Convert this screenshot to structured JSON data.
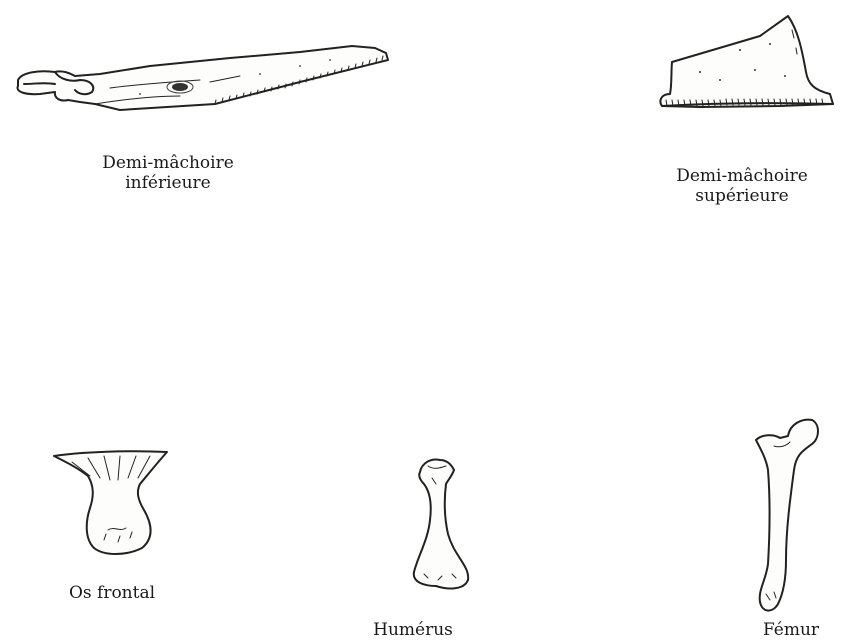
{
  "bones": {
    "lower_jaw": {
      "line1": "Demi-mâchoire",
      "line2": "inférieure",
      "icon": "lower-jaw-bone-drawing"
    },
    "upper_jaw": {
      "line1": "Demi-mâchoire",
      "line2": "supérieure",
      "icon": "upper-jaw-bone-drawing"
    },
    "frontal": {
      "label": "Os frontal",
      "icon": "frontal-bone-drawing"
    },
    "humerus": {
      "label": "Humérus",
      "icon": "humerus-bone-drawing"
    },
    "femur": {
      "label": "Fémur",
      "icon": "femur-bone-drawing"
    }
  }
}
